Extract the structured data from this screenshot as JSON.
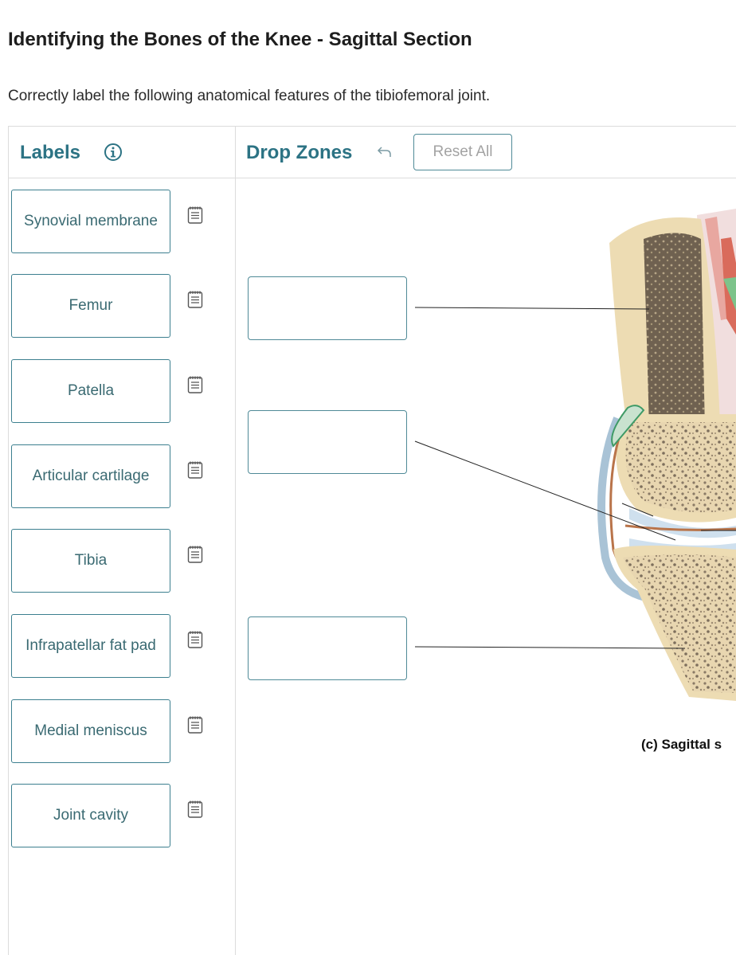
{
  "page": {
    "title": "Identifying the Bones of the Knee - Sagittal Section",
    "instructions": "Correctly label the following anatomical features of the tibiofemoral joint."
  },
  "labels_panel": {
    "heading": "Labels",
    "info_icon": "info-circle-icon",
    "items": [
      {
        "label": "Synovial membrane"
      },
      {
        "label": "Femur"
      },
      {
        "label": "Patella"
      },
      {
        "label": "Articular cartilage"
      },
      {
        "label": "Tibia"
      },
      {
        "label": "Infrapatellar fat pad"
      },
      {
        "label": "Medial meniscus"
      },
      {
        "label": "Joint cavity"
      }
    ],
    "hint_icon": "notebook-icon"
  },
  "drop_panel": {
    "heading": "Drop Zones",
    "undo_icon": "undo-arrow-icon",
    "reset_label": "Reset All",
    "zones": [
      {
        "value": ""
      },
      {
        "value": ""
      },
      {
        "value": ""
      }
    ]
  },
  "figure": {
    "caption": "(c)  Sagittal s"
  },
  "colors": {
    "accent": "#2c7384",
    "label_text": "#3a6a72",
    "border": "#3c7f8f",
    "bone": "#eddcb3",
    "marrow": "#8a7a66",
    "cartilage": "#cfe0ee",
    "membrane": "#b9744a"
  }
}
